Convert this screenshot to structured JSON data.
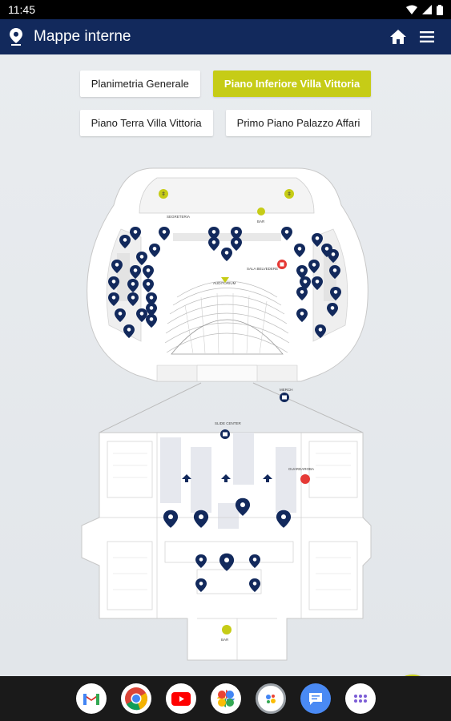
{
  "status_bar": {
    "time": "11:45"
  },
  "app_bar": {
    "title": "Mappe interne"
  },
  "floor_tabs": [
    {
      "label": "Planimetria Generale",
      "active": false
    },
    {
      "label": "Piano Inferiore Villa Vittoria",
      "active": true
    },
    {
      "label": "Piano Terra Villa Vittoria",
      "active": false
    },
    {
      "label": "Primo Piano Palazzo Affari",
      "active": false
    }
  ],
  "map_labels": {
    "segreteria": "SEGRETERIA",
    "bar": "BAR",
    "sala_belvedere": "SALA BELVEDERE",
    "auditorium": "AUDITORIUM",
    "merch": "MERCH",
    "guardaroba": "GUARDAROBA",
    "slide_center": "SLIDE CENTER",
    "bar_lower": "BAR"
  },
  "colors": {
    "app_bar": "#12295c",
    "accent": "#c6cc16",
    "pin": "#12295c",
    "red_poi": "#e53935"
  },
  "dock": [
    "gmail-icon",
    "chrome-icon",
    "youtube-icon",
    "photos-icon",
    "assistant-icon",
    "messages-icon",
    "apps-icon"
  ]
}
